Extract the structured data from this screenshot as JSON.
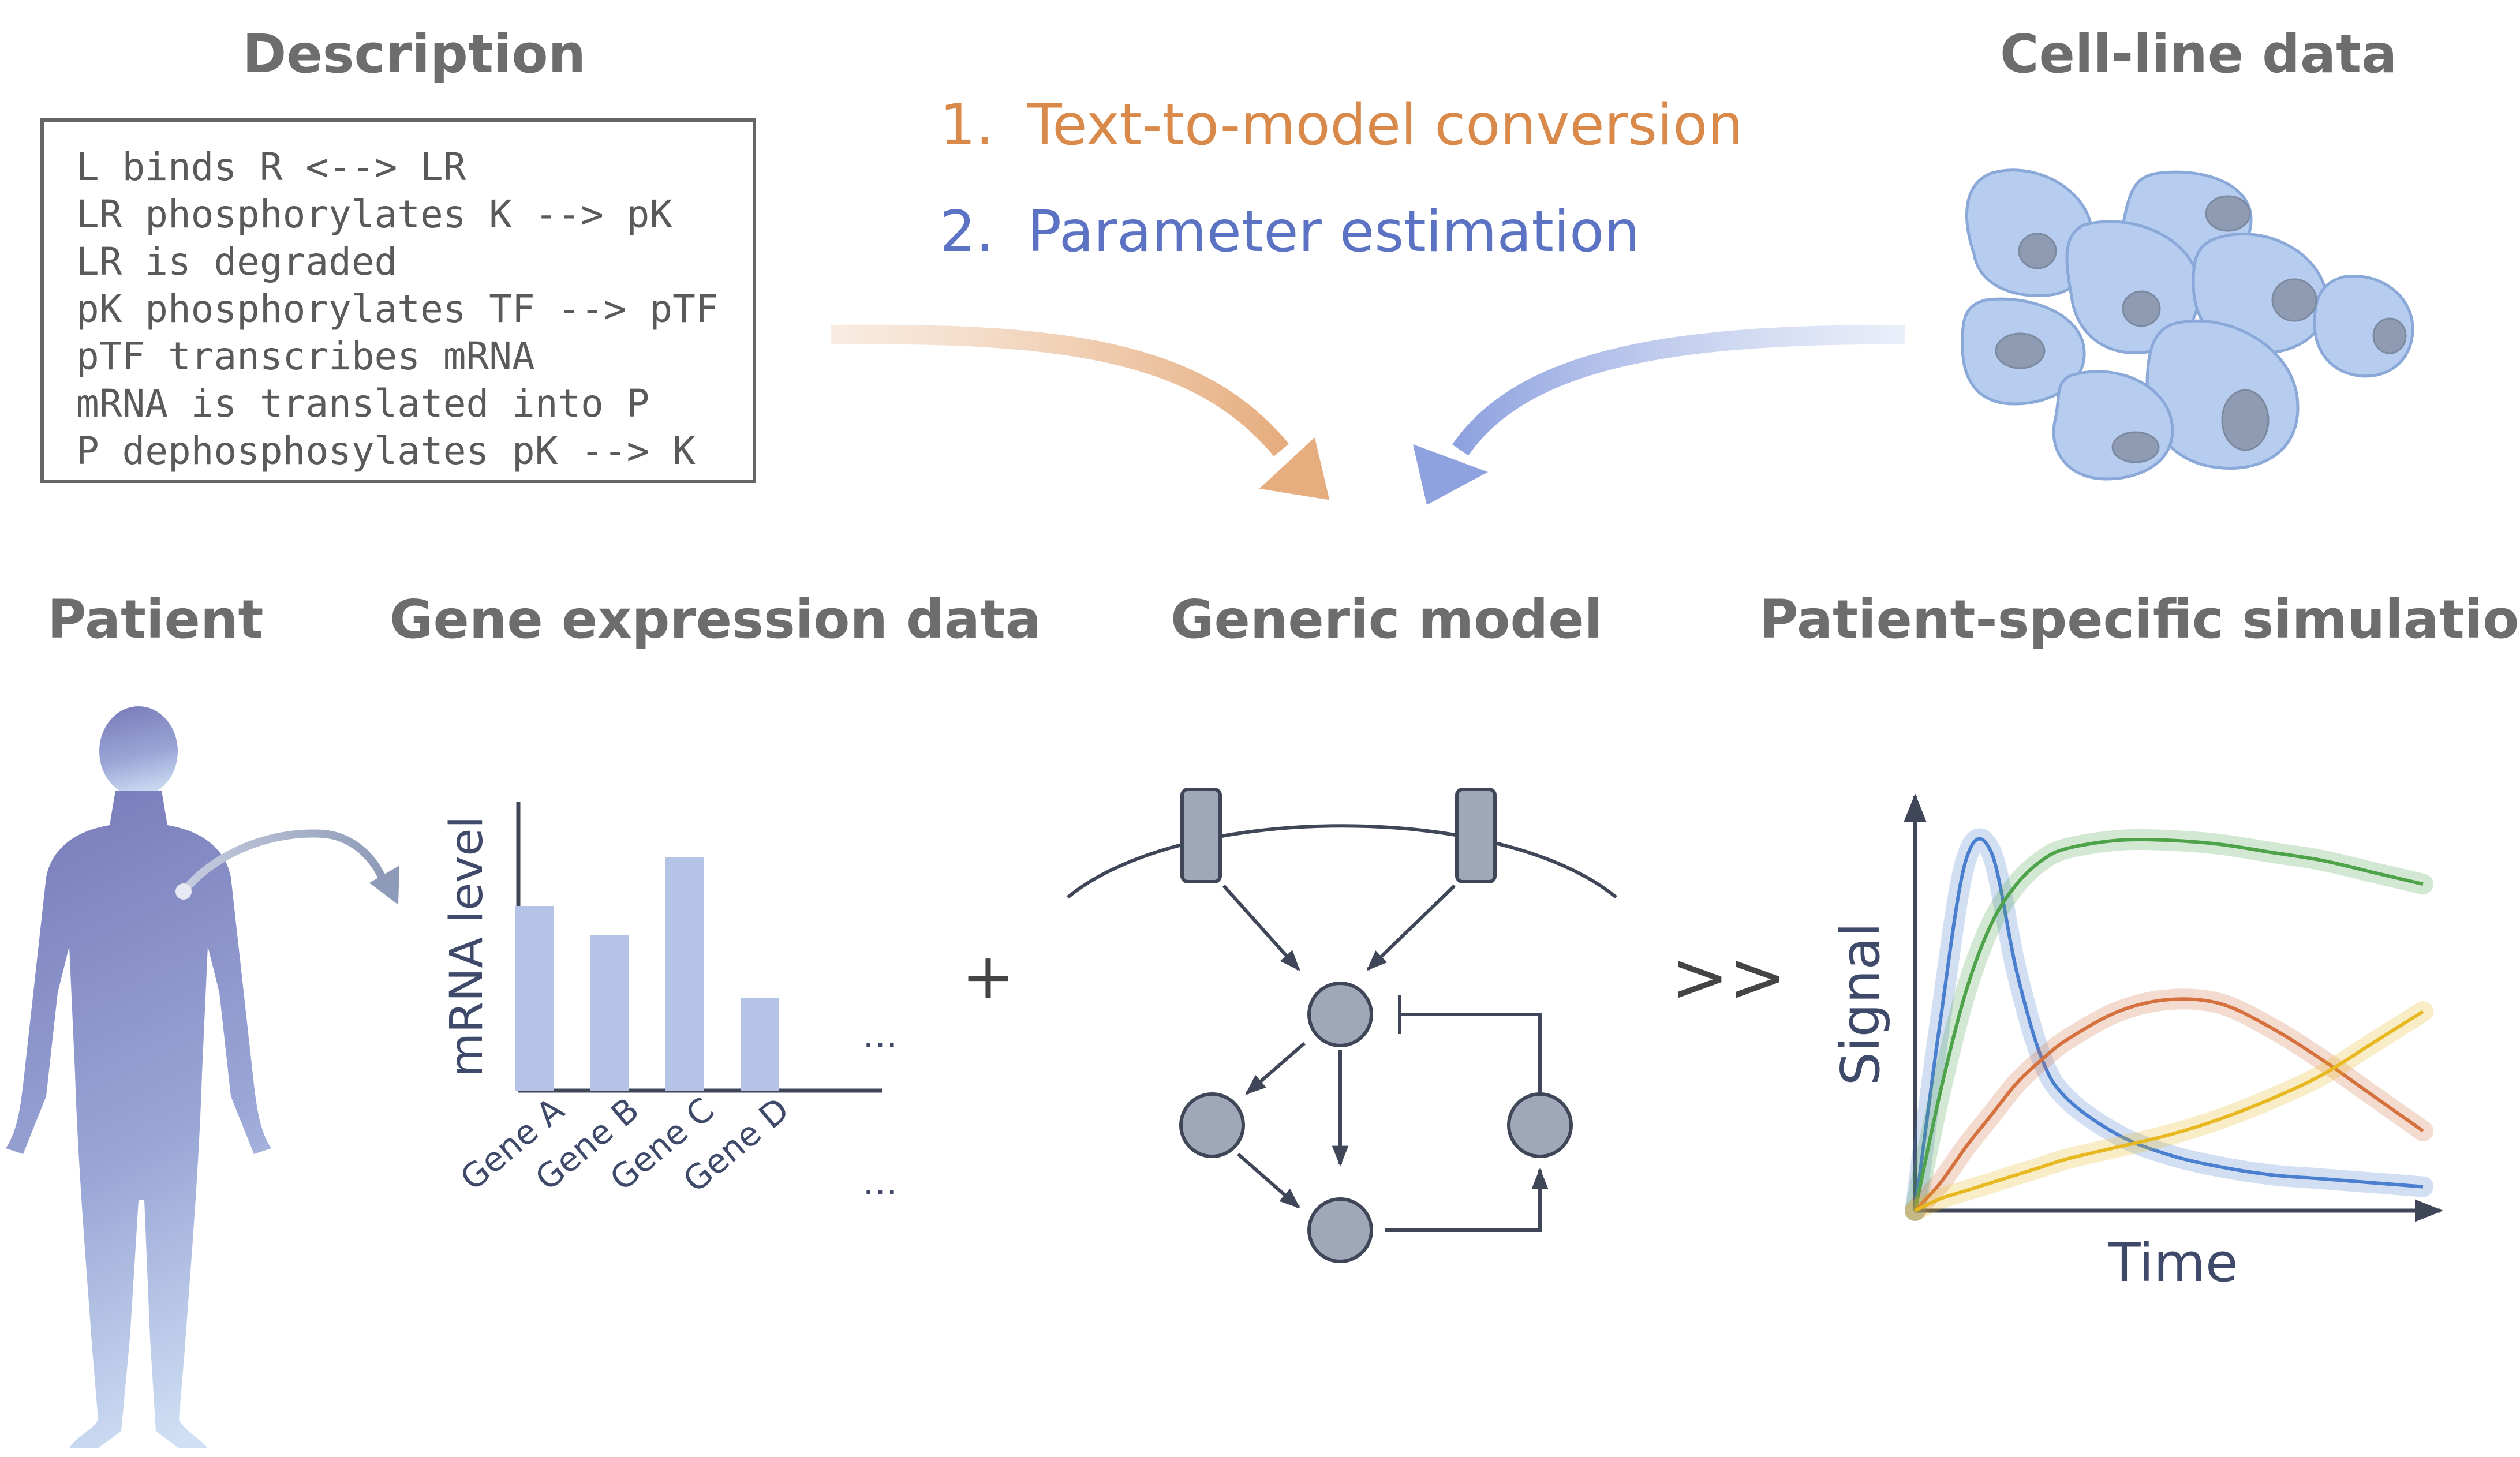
{
  "headings": {
    "description": "Description",
    "cell_line": "Cell-line data",
    "patient": "Patient",
    "gene_expression": "Gene expression data",
    "generic_model": "Generic model",
    "simulation": "Patient-specific simulation"
  },
  "steps": [
    {
      "number": "1.",
      "label": "Text-to-model conversion",
      "color": "#d98a4a"
    },
    {
      "number": "2.",
      "label": "Parameter estimation",
      "color": "#5b73c2"
    }
  ],
  "description_lines": [
    "L binds R <--> LR",
    "LR phosphorylates K --> pK",
    "LR is degraded",
    "pK phosphorylates TF --> pTF",
    "pTF transcribes mRNA",
    "mRNA is translated into P",
    "P dephosphosylates pK --> K"
  ],
  "symbols": {
    "plus": "+",
    "forward": ">>",
    "ellipsis": "..."
  },
  "chart_data": [
    {
      "type": "bar",
      "ylabel": "mRNA level",
      "categories": [
        "Gene A",
        "Gene B",
        "Gene C",
        "Gene D"
      ],
      "values": [
        0.64,
        0.54,
        0.81,
        0.32
      ],
      "ylim": [
        0,
        1
      ],
      "more_indicator": "...",
      "color": "#b4c3e6"
    },
    {
      "type": "line",
      "xlabel": "Time",
      "ylabel": "Signal",
      "x": [
        0,
        0.05,
        0.1,
        0.15,
        0.2,
        0.25,
        0.3,
        0.4,
        0.5,
        0.6,
        0.7,
        0.8,
        0.9,
        1.0
      ],
      "series": [
        {
          "color": "#4a7fd0",
          "values": [
            0.0,
            0.48,
            0.88,
            0.9,
            0.6,
            0.38,
            0.28,
            0.19,
            0.14,
            0.11,
            0.09,
            0.08,
            0.07,
            0.06
          ]
        },
        {
          "color": "#4ea34a",
          "values": [
            0.0,
            0.3,
            0.55,
            0.72,
            0.82,
            0.88,
            0.91,
            0.93,
            0.93,
            0.92,
            0.9,
            0.88,
            0.85,
            0.82
          ]
        },
        {
          "color": "#d4713e",
          "values": [
            0.0,
            0.07,
            0.16,
            0.24,
            0.32,
            0.38,
            0.43,
            0.5,
            0.53,
            0.52,
            0.46,
            0.38,
            0.29,
            0.2
          ]
        },
        {
          "color": "#e8b820",
          "values": [
            0.0,
            0.03,
            0.05,
            0.07,
            0.09,
            0.11,
            0.13,
            0.16,
            0.19,
            0.23,
            0.28,
            0.34,
            0.42,
            0.5
          ]
        }
      ],
      "ylim": [
        0,
        1
      ],
      "grid": false
    }
  ]
}
